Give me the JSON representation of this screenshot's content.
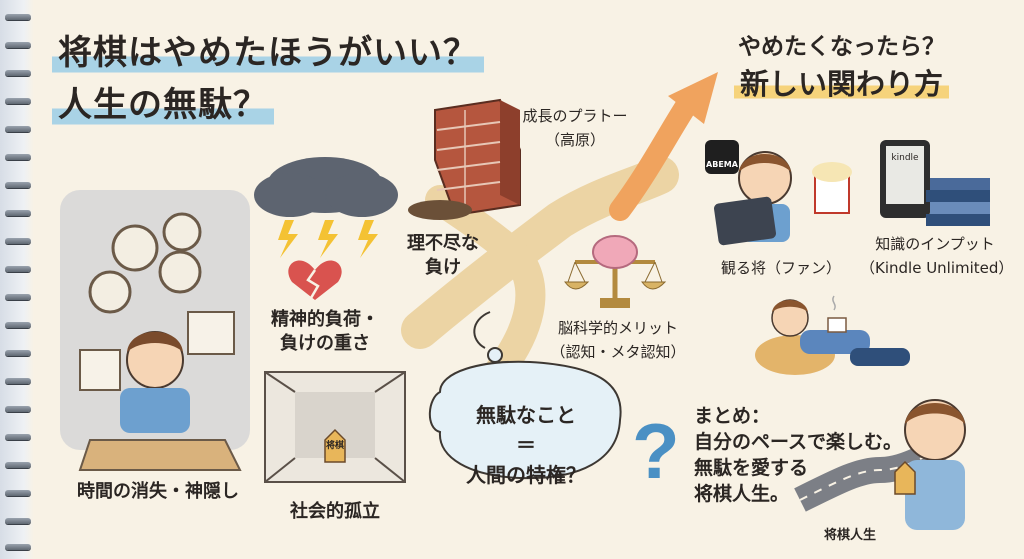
{
  "title": {
    "line1": "将棋はやめたほうがいい？",
    "line2": "人生の無駄？"
  },
  "right_title": {
    "line1": "やめたくなったら？",
    "line2": "新しい関わり方"
  },
  "labels": {
    "plateau_1": "成長のプラトー",
    "plateau_2": "（高原）",
    "defeat_1": "理不尽な",
    "defeat_2": "負け",
    "stress_1": "精神的負荷・",
    "stress_2": "負けの重さ",
    "time": "時間の消失・神隠し",
    "isolation": "社会的孤立",
    "brain_1": "脳科学的メリット",
    "brain_2": "（認知・メタ認知）",
    "watch": "観る将（ファン）",
    "input_1": "知識のインプット",
    "input_2": "（Kindle Unlimited）",
    "abema": "ABEMA",
    "kindle": "kindle",
    "piece": "将棋",
    "road": "将棋人生"
  },
  "bubble": {
    "line1": "無駄なこと",
    "line2": "＝",
    "line3": "人間の特権？"
  },
  "summary": {
    "line1": "まとめ：",
    "line2": "自分のペースで楽しむ。",
    "line3": "無駄を愛する",
    "line4": "将棋人生。"
  },
  "colors": {
    "paper": "#f8f2e5",
    "title_highlight": "#a9d3e6",
    "right_highlight": "#f6d37b",
    "arrow_orange": "#f0a35e",
    "brick": "#b5563e"
  }
}
